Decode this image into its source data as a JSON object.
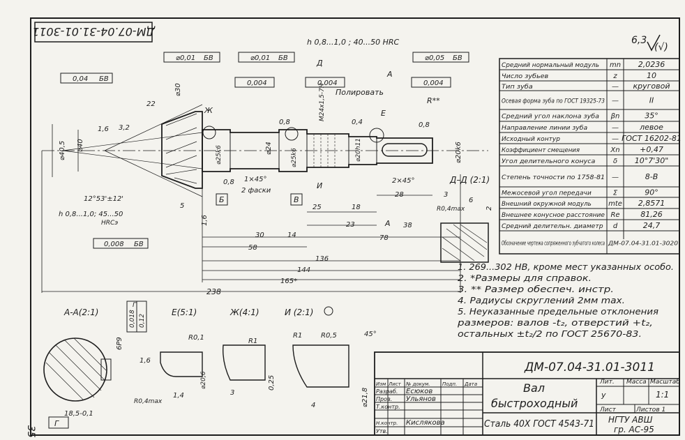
{
  "stamp_code": "ДМ-07.04-31.01-3011",
  "roughness": "6,3",
  "tolerances": {
    "runout_left": "0,04",
    "base_bv": "БВ",
    "coax_1": "⌀0,01",
    "coax_2": "⌀0,01",
    "coax_3": "⌀0,05",
    "runout_2": "0,004",
    "runout_3": "0,004",
    "runout_4": "0,004",
    "perp": "0,008",
    "hardening_top": "h 0,8...1,0 ; 40...50 HRC",
    "hardening_left": "h 0,8...1,0; 45...50",
    "hardening_left_unit": "HRCэ",
    "polish": "Полировать",
    "sym": "0,018",
    "sym_base": "Г",
    "par": "0,12",
    "par_sym": "Т"
  },
  "dims": {
    "d405": "⌀40,5",
    "d40": "⌀40",
    "d30": "⌀30",
    "d25k6": "⌀25k6",
    "d24": "⌀24",
    "d25k6b": "⌀25k6",
    "m24": "М24х1,5-7Н",
    "d20h11": "⌀20h11",
    "d20k6": "⌀20k6",
    "ang": "12°53'±12'",
    "len22": "22",
    "v16": "1,6",
    "v32": "3,2",
    "c1x45": "1×45°",
    "facets": "2 фаски",
    "v08a": "0,8",
    "v08b": "0,8",
    "v04": "0,4",
    "v08c": "0,8",
    "rstar": "R**",
    "c2x45": "2×45°",
    "len28": "28",
    "len5": "5",
    "v16b": "1,6",
    "len25": "25",
    "len18": "18",
    "len23": "23",
    "len38": "38",
    "len30": "30",
    "len14": "14",
    "len78": "78",
    "len58": "58",
    "len136": "136",
    "len144": "144",
    "len165": "165*",
    "len238": "238",
    "lblB": "Б",
    "lblV": "В",
    "lblA": "А",
    "lblA2": "А",
    "lblD": "Д",
    "lblE": "Е",
    "lblZh": "Ж",
    "lblI": "И",
    "len3": "3",
    "len6": "6",
    "len2": "2",
    "r04": "R0,4max"
  },
  "sections": {
    "dd": "Д–Д (2:1)",
    "aa": "А-А(2:1)",
    "e": "Е(5:1)",
    "zh": "Ж(4:1)",
    "i": "И (2:1)",
    "r01": "R0,1",
    "r1": "R1",
    "r1b": "R1",
    "r05": "R0,5",
    "a45": "45°",
    "d206": "⌀20,6",
    "v14": "1,4",
    "v3": "3",
    "v025": "0,25",
    "d218": "⌀21,8",
    "v4": "4",
    "b6p9": "6Р9",
    "v16c": "1,6",
    "r04max": "R0,4max",
    "v185": "18,5-0,1",
    "base_g": "Г"
  },
  "params": [
    {
      "name": "Средний нормальный модуль",
      "sym": "mn",
      "val": "2,0236"
    },
    {
      "name": "Число зубьев",
      "sym": "z",
      "val": "10"
    },
    {
      "name": "Тип зуба",
      "sym": "—",
      "val": "круговой"
    },
    {
      "name": "Осевая форма зуба по ГОСТ 19325-73",
      "sym": "—",
      "val": "II"
    },
    {
      "name": "Средний угол наклона зуба",
      "sym": "βn",
      "val": "35°"
    },
    {
      "name": "Направление линии зуба",
      "sym": "—",
      "val": "левое"
    },
    {
      "name": "Исходный контур",
      "sym": "—",
      "val": "ГОСТ 16202-81"
    },
    {
      "name": "Коэффициент смещения",
      "sym": "Xn",
      "val": "+0,47"
    },
    {
      "name": "Угол делительного конуса",
      "sym": "δ",
      "val": "10°7'30\""
    },
    {
      "name": "Степень точности по 1758-81",
      "sym": "—",
      "val": "8-В"
    },
    {
      "name": "Межосевой угол передачи",
      "sym": "Σ",
      "val": "90°"
    },
    {
      "name": "Внешний окружной модуль",
      "sym": "mte",
      "val": "2,8571"
    },
    {
      "name": "Внешнее конусное расстояние",
      "sym": "Re",
      "val": "81,26"
    },
    {
      "name": "Средний делительн. диаметр",
      "sym": "d",
      "val": "24,7"
    },
    {
      "name": "Обозначение чертежа сопряженного зубчатого колеса",
      "sym": "",
      "val": "ДМ-07.04-31.01-3020"
    }
  ],
  "notes": [
    "1. 269...302 HB, кроме мест указанных особо.",
    "2. *Размеры для справок.",
    "3. ** Размер обеспеч. инстр.",
    "4. Радиусы скруглений 2мм max.",
    "5. Неуказанные предельные отклонения",
    "размеров: валов -t₂, отверстий +t₂,",
    "остальных ±t₂/2 по ГОСТ 25670-83."
  ],
  "title_block": {
    "code": "ДМ-07.04-31.01-3011",
    "name1": "Вал",
    "name2": "быстроходный",
    "material": "Сталь 40Х ГОСТ 4543-71",
    "lit_h": "Лит.",
    "mass_h": "Масса",
    "scale_h": "Масштаб",
    "lit": "у",
    "scale": "1:1",
    "sheet_h": "Лист",
    "sheets_h": "Листов 1",
    "org1": "НГТУ  АВШ",
    "org2": "гр. АС-95",
    "col_izm": "Изм",
    "col_list": "Лист",
    "col_doc": "№ докум.",
    "col_sign": "Подп.",
    "col_date": "Дата",
    "r_razrab": "Разраб.",
    "r_prov": "Пров.",
    "r_tkontr": "Т.контр.",
    "r_nkontr": "Н.контр.",
    "r_utv": "Утв.",
    "n_razrab": "Есюков",
    "n_prov": "Ульянов",
    "n_nkontr": "Кислякова"
  },
  "margin_num": "35"
}
